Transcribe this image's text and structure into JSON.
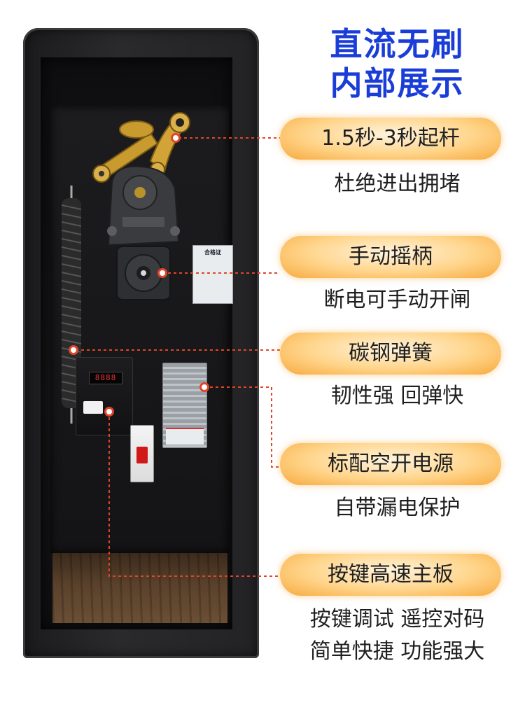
{
  "title": {
    "line1": "直流无刷",
    "line2": "内部展示"
  },
  "callouts": [
    {
      "label": "1.5秒-3秒起杆",
      "desc": "杜绝进出拥堵"
    },
    {
      "label": "手动摇柄",
      "desc": "断电可手动开闸"
    },
    {
      "label": "碳钢弹簧",
      "desc": "韧性强 回弹快"
    },
    {
      "label": "标配空开电源",
      "desc": "自带漏电保护"
    },
    {
      "label": "按键高速主板",
      "desc": "按键调试  遥控对码",
      "desc2": "简单快捷  功能强大"
    }
  ],
  "certificate": {
    "title": "合格证"
  },
  "controller": {
    "display": "8888"
  },
  "colors": {
    "title": "#1a3dd8",
    "pill": "#f7a93d",
    "leader": "#e0452a",
    "cabinet": "#222224"
  }
}
